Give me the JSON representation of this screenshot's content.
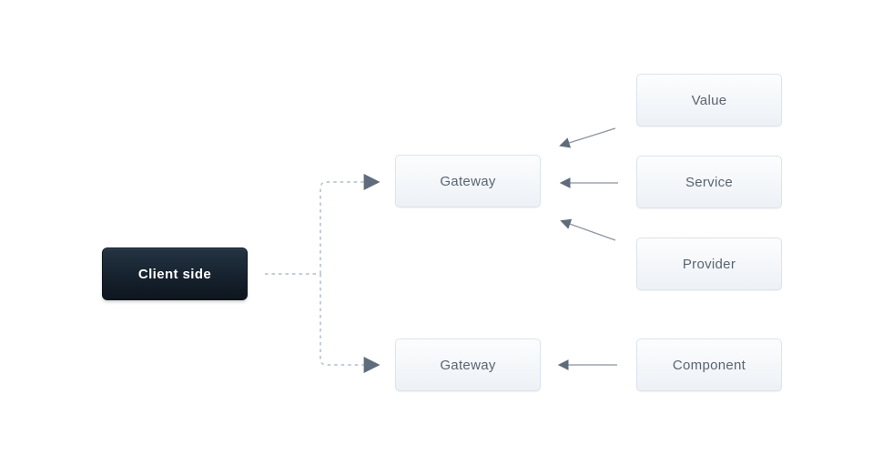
{
  "diagram": {
    "nodes": [
      {
        "id": "client-side",
        "label": "Client side",
        "variant": "dark"
      },
      {
        "id": "gateway-top",
        "label": "Gateway",
        "variant": "light"
      },
      {
        "id": "gateway-bottom",
        "label": "Gateway",
        "variant": "light"
      },
      {
        "id": "value",
        "label": "Value",
        "variant": "light"
      },
      {
        "id": "service",
        "label": "Service",
        "variant": "light"
      },
      {
        "id": "provider",
        "label": "Provider",
        "variant": "light"
      },
      {
        "id": "component",
        "label": "Component",
        "variant": "light"
      }
    ],
    "edges": [
      {
        "from": "client-side",
        "to": "gateway-top",
        "style": "dashed",
        "arrow": "to"
      },
      {
        "from": "client-side",
        "to": "gateway-bottom",
        "style": "dashed",
        "arrow": "to"
      },
      {
        "from": "value",
        "to": "gateway-top",
        "style": "solid",
        "arrow": "to"
      },
      {
        "from": "service",
        "to": "gateway-top",
        "style": "solid",
        "arrow": "to"
      },
      {
        "from": "provider",
        "to": "gateway-top",
        "style": "solid",
        "arrow": "to"
      },
      {
        "from": "component",
        "to": "gateway-bottom",
        "style": "solid",
        "arrow": "to"
      }
    ],
    "colors": {
      "canvas_bg": "#ffffff",
      "dark_node_top": "#243443",
      "dark_node_mid": "#16222e",
      "dark_node_bottom": "#0e151d",
      "dark_node_text": "#ffffff",
      "light_node_top": "#fcfdfe",
      "light_node_bottom": "#edf1f6",
      "light_node_border": "#dce3eb",
      "light_node_text": "#5a6470",
      "dashed_line": "#c4cdd8",
      "solid_line": "#8b95a1",
      "arrowhead": "#5f6c7b"
    }
  }
}
